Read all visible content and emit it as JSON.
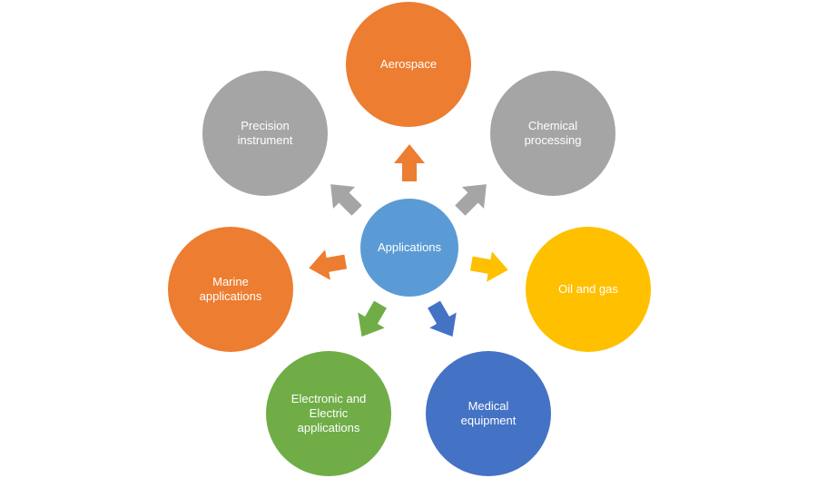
{
  "colors": {
    "center": "#5B9BD5",
    "orange": "#ED7D31",
    "gray": "#A5A5A5",
    "yellow": "#FFC000",
    "blue": "#4472C4",
    "green": "#70AD47",
    "background": "#FFFFFF"
  },
  "center": {
    "label": "Applications",
    "color": "#5B9BD5"
  },
  "nodes": [
    {
      "id": "aerospace",
      "lines": [
        "Aerospace"
      ],
      "color": "#ED7D31"
    },
    {
      "id": "chemical-processing",
      "lines": [
        "Chemical",
        "processing"
      ],
      "color": "#A5A5A5"
    },
    {
      "id": "oil-and-gas",
      "lines": [
        "Oil and gas"
      ],
      "color": "#FFC000"
    },
    {
      "id": "medical-equipment",
      "lines": [
        "Medical",
        "equipment"
      ],
      "color": "#4472C4"
    },
    {
      "id": "electronic-and-electric-applications",
      "lines": [
        "Electronic and",
        "Electric",
        "applications"
      ],
      "color": "#70AD47"
    },
    {
      "id": "marine-applications",
      "lines": [
        "Marine",
        "applications"
      ],
      "color": "#ED7D31"
    },
    {
      "id": "precision-instrument",
      "lines": [
        "Precision",
        "instrument"
      ],
      "color": "#A5A5A5"
    }
  ]
}
